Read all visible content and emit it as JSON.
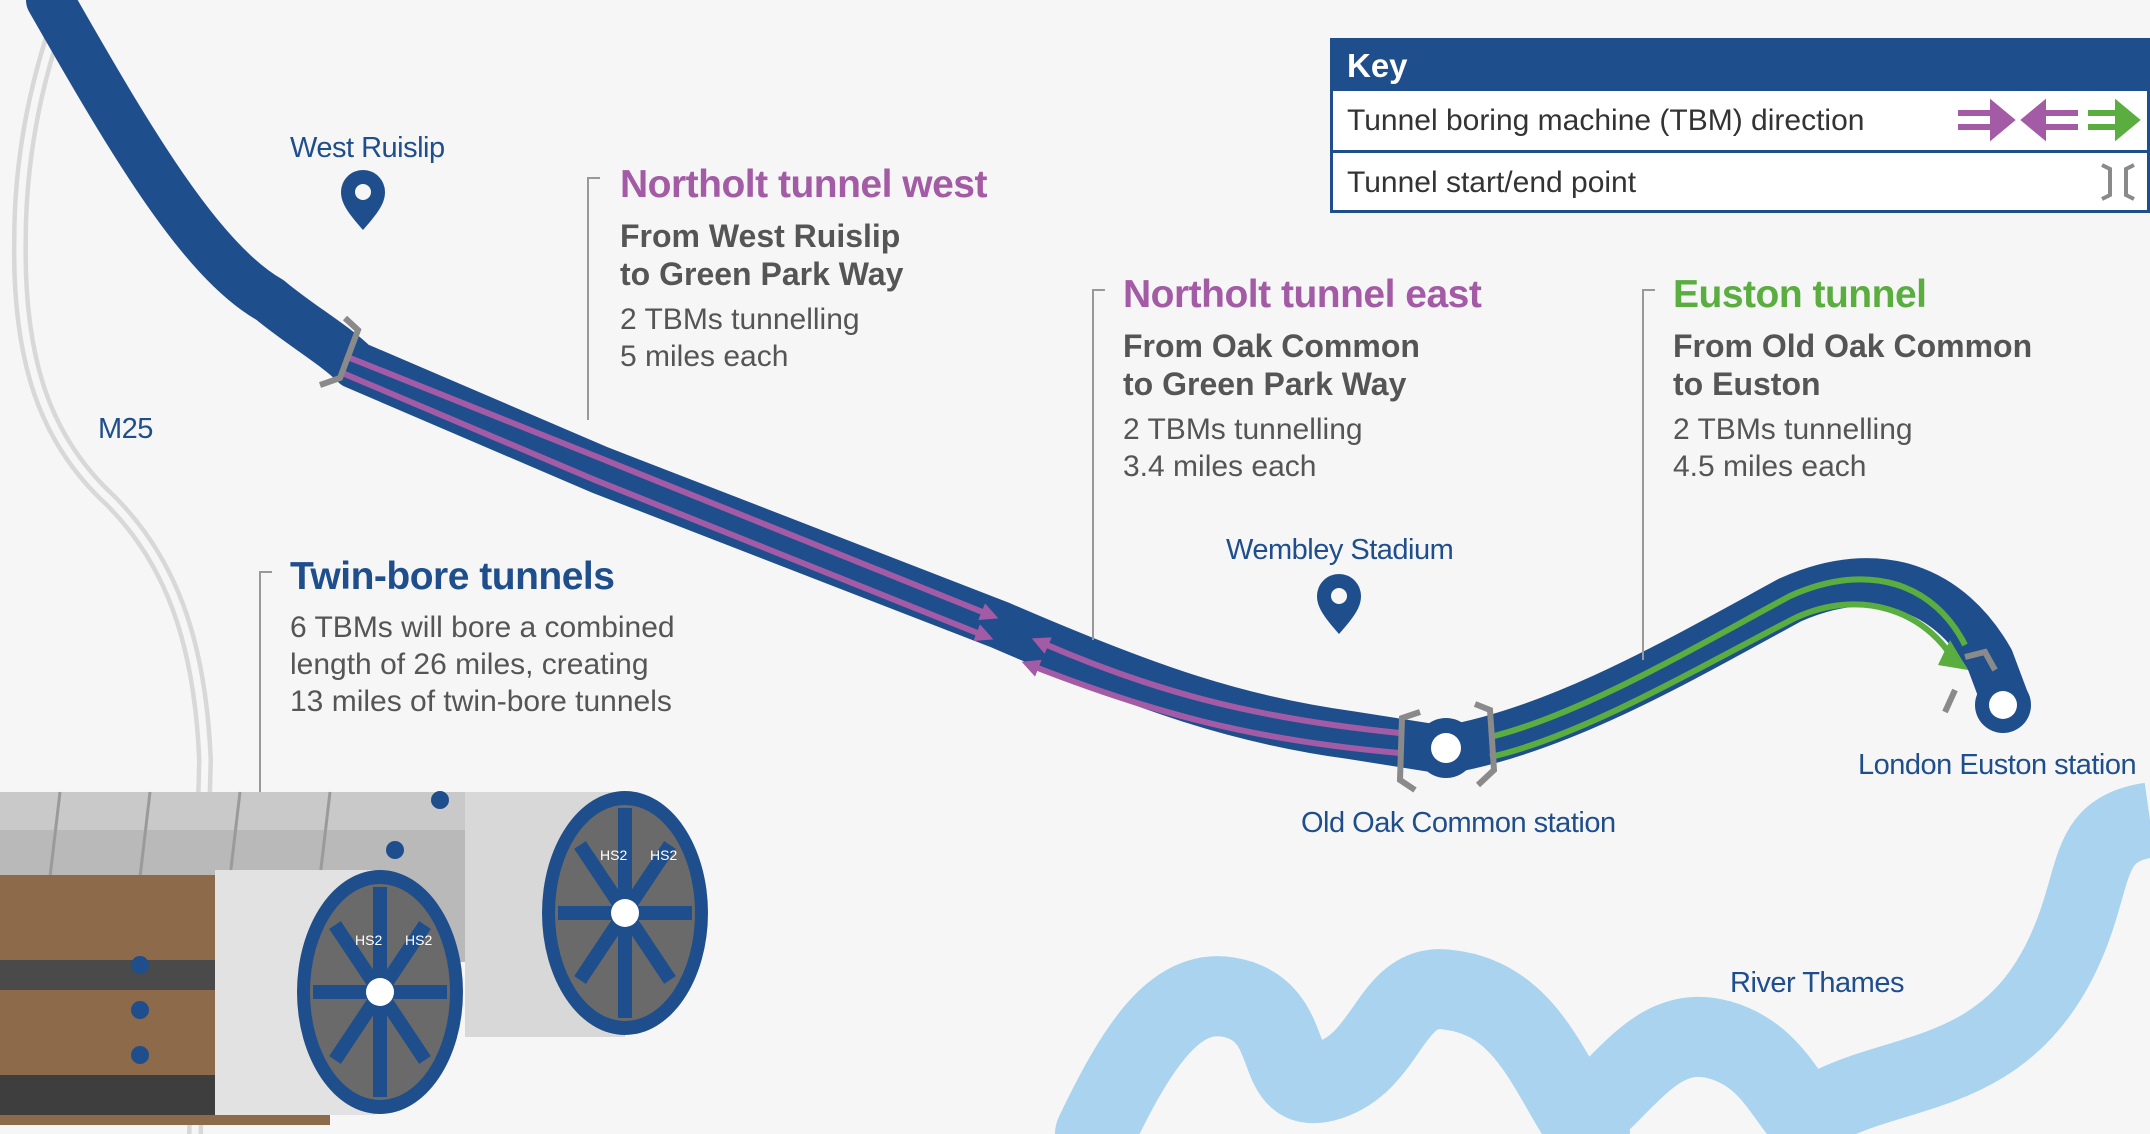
{
  "places": {
    "west_ruislip": "West Ruislip",
    "m25": "M25",
    "wembley": "Wembley Stadium",
    "old_oak": "Old Oak Common station",
    "euston": "London Euston station",
    "thames": "River Thames"
  },
  "key": {
    "heading": "Key",
    "rows": [
      {
        "label": "Tunnel boring machine (TBM) direction",
        "icon": "tbm-direction-arrows-icon"
      },
      {
        "label": "Tunnel start/end point",
        "icon": "tunnel-endpoint-bracket-icon"
      }
    ]
  },
  "tunnels": {
    "northolt_west": {
      "title": "Northolt tunnel west",
      "route_line1": "From West Ruislip",
      "route_line2": "to Green Park Way",
      "tbms": "2 TBMs tunnelling",
      "length": "5 miles each"
    },
    "northolt_east": {
      "title": "Northolt tunnel east",
      "route_line1": "From Oak Common",
      "route_line2": "to Green Park Way",
      "tbms": "2 TBMs tunnelling",
      "length": "3.4 miles each"
    },
    "euston": {
      "title": "Euston tunnel",
      "route_line1": "From Old Oak Common",
      "route_line2": "to Euston",
      "tbms": "2 TBMs tunnelling",
      "length": "4.5 miles each"
    }
  },
  "twin_bore": {
    "title": "Twin-bore tunnels",
    "line1": "6 TBMs will bore a combined",
    "line2": "length of 26 miles, creating",
    "line3": "13 miles of twin-bore tunnels"
  },
  "cutterhead_text": "HS2",
  "colors": {
    "navy": "#1f4e8c",
    "purple": "#a45ba6",
    "green": "#5aad3f",
    "river": "#a9d3ee",
    "road": "#dcdcdc",
    "bracket": "#8a8a8a"
  }
}
